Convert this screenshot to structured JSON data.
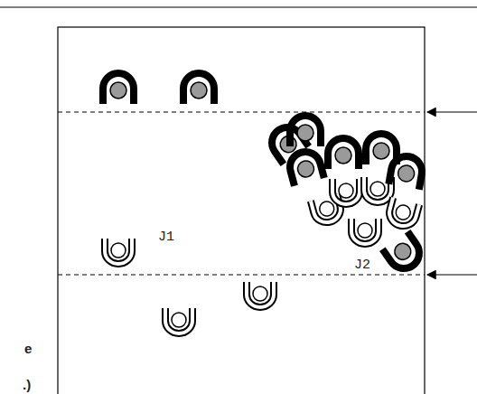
{
  "diagram": {
    "labels": [
      "J1",
      "J2",
      "e",
      ".)"
    ]
  }
}
